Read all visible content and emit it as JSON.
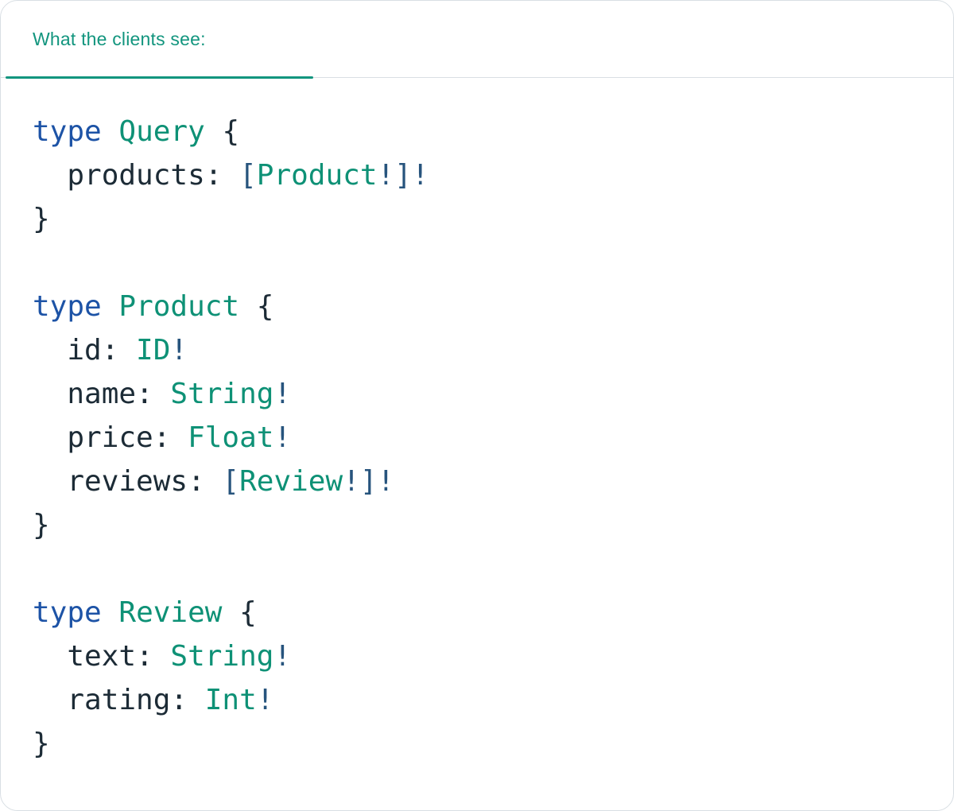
{
  "panel": {
    "tab_label": "What the clients see:"
  },
  "colors": {
    "accent_teal": "#12957e",
    "keyword_blue": "#1d53a6",
    "type_teal": "#0e9176",
    "text_dark": "#1c2b36",
    "punct_navy": "#27547d",
    "border_gray": "#d9dfe4"
  },
  "code": {
    "language": "graphql",
    "lines": [
      [
        [
          "kw",
          "type"
        ],
        [
          "pl",
          " "
        ],
        [
          "tn",
          "Query"
        ],
        [
          "pl",
          " {"
        ]
      ],
      [
        [
          "pl",
          "  products: "
        ],
        [
          "pb",
          "["
        ],
        [
          "tn",
          "Product"
        ],
        [
          "pb",
          "!]!"
        ]
      ],
      [
        [
          "pl",
          "}"
        ]
      ],
      [],
      [
        [
          "kw",
          "type"
        ],
        [
          "pl",
          " "
        ],
        [
          "tn",
          "Product"
        ],
        [
          "pl",
          " {"
        ]
      ],
      [
        [
          "pl",
          "  id: "
        ],
        [
          "tn",
          "ID"
        ],
        [
          "pb",
          "!"
        ]
      ],
      [
        [
          "pl",
          "  name: "
        ],
        [
          "tn",
          "String"
        ],
        [
          "pb",
          "!"
        ]
      ],
      [
        [
          "pl",
          "  price: "
        ],
        [
          "tn",
          "Float"
        ],
        [
          "pb",
          "!"
        ]
      ],
      [
        [
          "pl",
          "  reviews: "
        ],
        [
          "pb",
          "["
        ],
        [
          "tn",
          "Review"
        ],
        [
          "pb",
          "!]!"
        ]
      ],
      [
        [
          "pl",
          "}"
        ]
      ],
      [],
      [
        [
          "kw",
          "type"
        ],
        [
          "pl",
          " "
        ],
        [
          "tn",
          "Review"
        ],
        [
          "pl",
          " {"
        ]
      ],
      [
        [
          "pl",
          "  text: "
        ],
        [
          "tn",
          "String"
        ],
        [
          "pb",
          "!"
        ]
      ],
      [
        [
          "pl",
          "  rating: "
        ],
        [
          "tn",
          "Int"
        ],
        [
          "pb",
          "!"
        ]
      ],
      [
        [
          "pl",
          "}"
        ]
      ]
    ]
  }
}
